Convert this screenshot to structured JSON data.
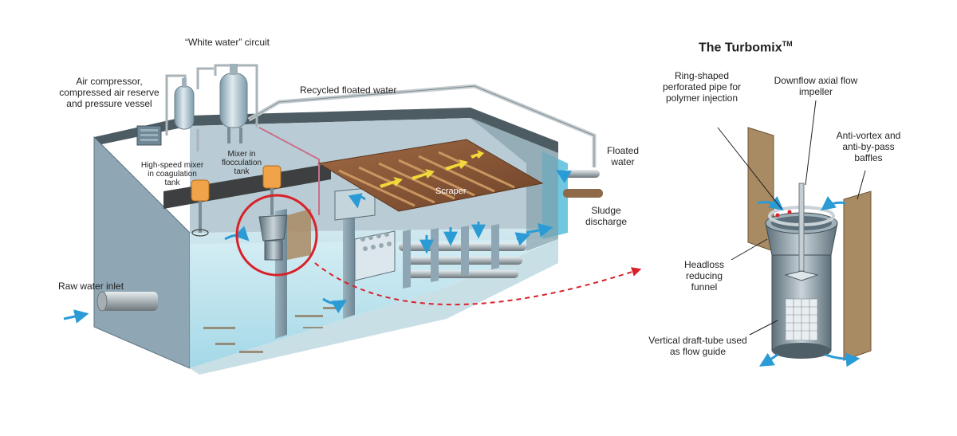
{
  "diagram": {
    "process_labels": {
      "white_water": "“White water” circuit",
      "air_compressor": "Air compressor, compressed air reserve and pressure vessel",
      "recycled_floated_water": "Recycled floated water",
      "high_speed_mixer": "High-speed mixer in coagulation tank",
      "mixer_flocculation": "Mixer in flocculation tank",
      "scraper": "Scraper",
      "floated_water": "Floated water",
      "sludge_discharge": "Sludge discharge",
      "raw_water_inlet": "Raw water inlet"
    },
    "detail": {
      "title": "The Turbomix",
      "title_mark": "TM",
      "ring_pipe": "Ring-shaped perforated pipe for polymer injection",
      "impeller": "Downflow axial flow impeller",
      "baffles": "Anti-vortex and anti-by-pass baffles",
      "funnel": "Headloss reducing funnel",
      "draft_tube": "Vertical draft-tube used as flow guide"
    },
    "colors": {
      "water": "#7fcde0",
      "tank_wall": "#8aa6b5",
      "highlight_circle": "#d8222a",
      "flow_arrow": "#2b9bd6",
      "scraper_wood": "#8b5a3c",
      "baffle": "#a88a63"
    }
  }
}
